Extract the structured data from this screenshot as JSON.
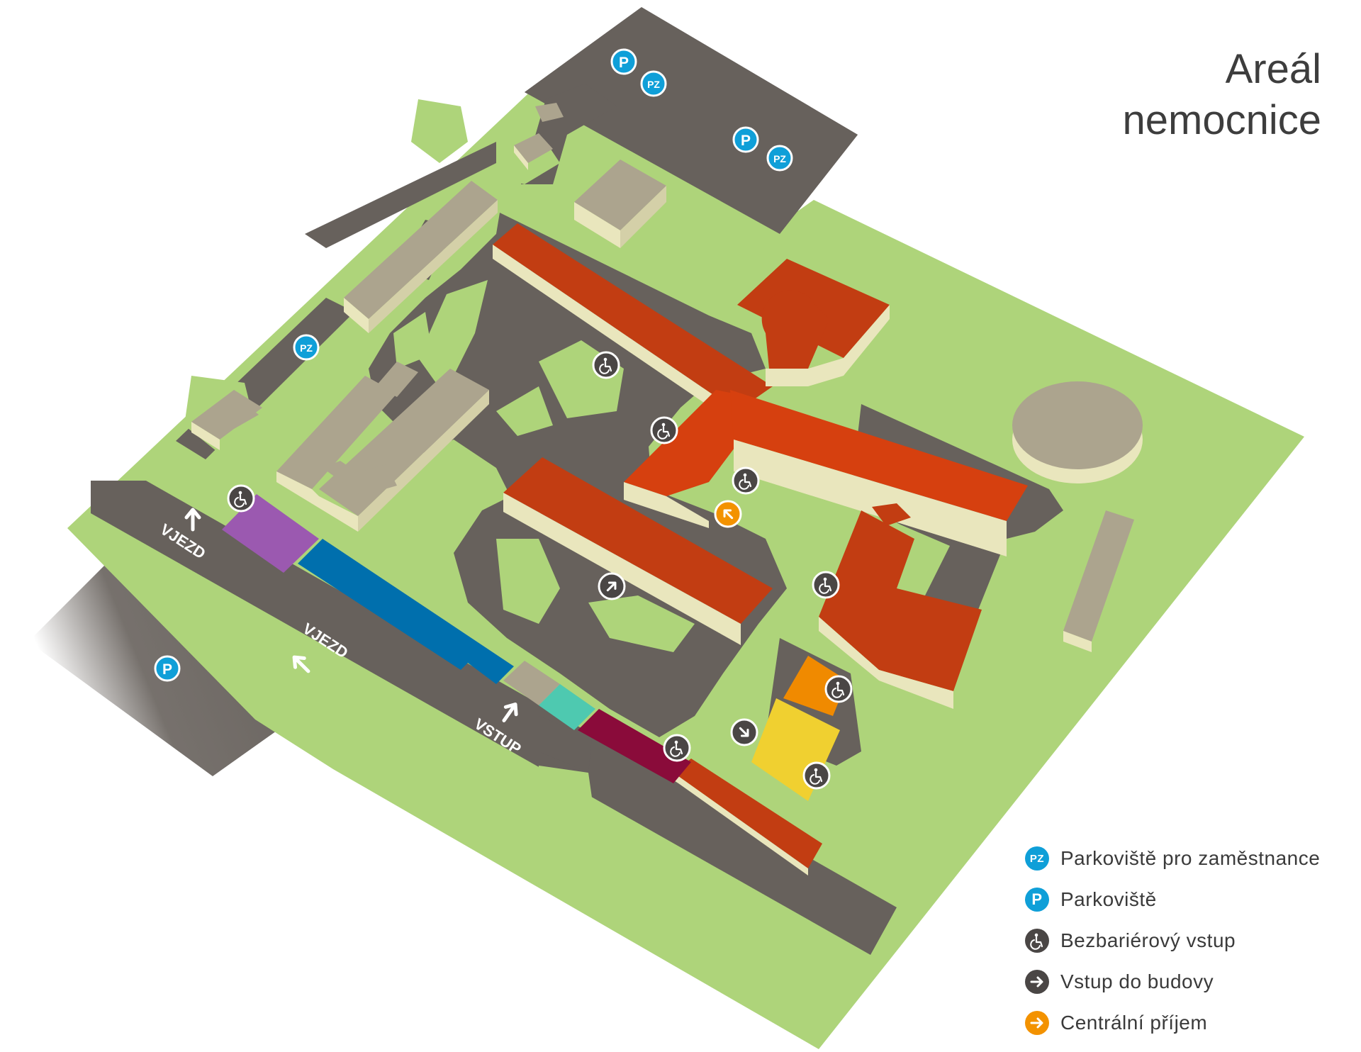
{
  "title": {
    "line1": "Areál",
    "line2": "nemocnice"
  },
  "road_labels": {
    "vjezd_1": "VJEZD",
    "vjezd_2": "VJEZD",
    "vstup": "VSTUP"
  },
  "markers": {
    "parking_label": "P",
    "staff_parking_label": "PZ"
  },
  "legend": [
    {
      "icon": "staff-parking-icon",
      "badge": "PZ",
      "label": "Parkoviště pro zaměstnance"
    },
    {
      "icon": "parking-icon",
      "badge": "P",
      "label": "Parkoviště"
    },
    {
      "icon": "wheelchair-icon",
      "badge": "",
      "label": "Bezbariérový vstup"
    },
    {
      "icon": "arrow-right-icon",
      "badge": "",
      "label": "Vstup do budovy"
    },
    {
      "icon": "arrow-right-orange-icon",
      "badge": "",
      "label": "Centrální příjem"
    }
  ],
  "colors": {
    "lawn": "#aed47a",
    "road": "#67615c",
    "roof_red": "#c23d12",
    "wall": "#e9e6bd",
    "grey_roof": "#aca48e",
    "parking_blue": "#0f9fd8",
    "marker_dark": "#4a4645",
    "central_orange": "#f39200",
    "purple": "#9b59b0",
    "blue": "#006fad",
    "teal": "#4ec9b0",
    "maroon": "#8a0b3a",
    "orange": "#f08a00",
    "yellow": "#f0d030"
  }
}
